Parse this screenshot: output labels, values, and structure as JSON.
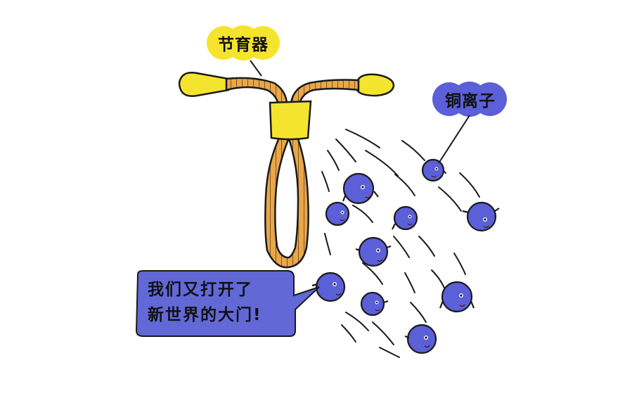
{
  "labels": {
    "iud": "节育器",
    "copper_ions": "铜离子",
    "bubble_line1": "我们又打开了",
    "bubble_line2": "新世界的大门!"
  },
  "colors": {
    "iud_yellow": "#F5E42E",
    "coil_orange": "#E8A74A",
    "ion_blue": "#5B5FD8",
    "bubble_blue": "#6268D6",
    "outline": "#1a1a1a"
  },
  "icons": {
    "ion": "copper-ion-character-icon",
    "iud": "iud-device-icon"
  }
}
